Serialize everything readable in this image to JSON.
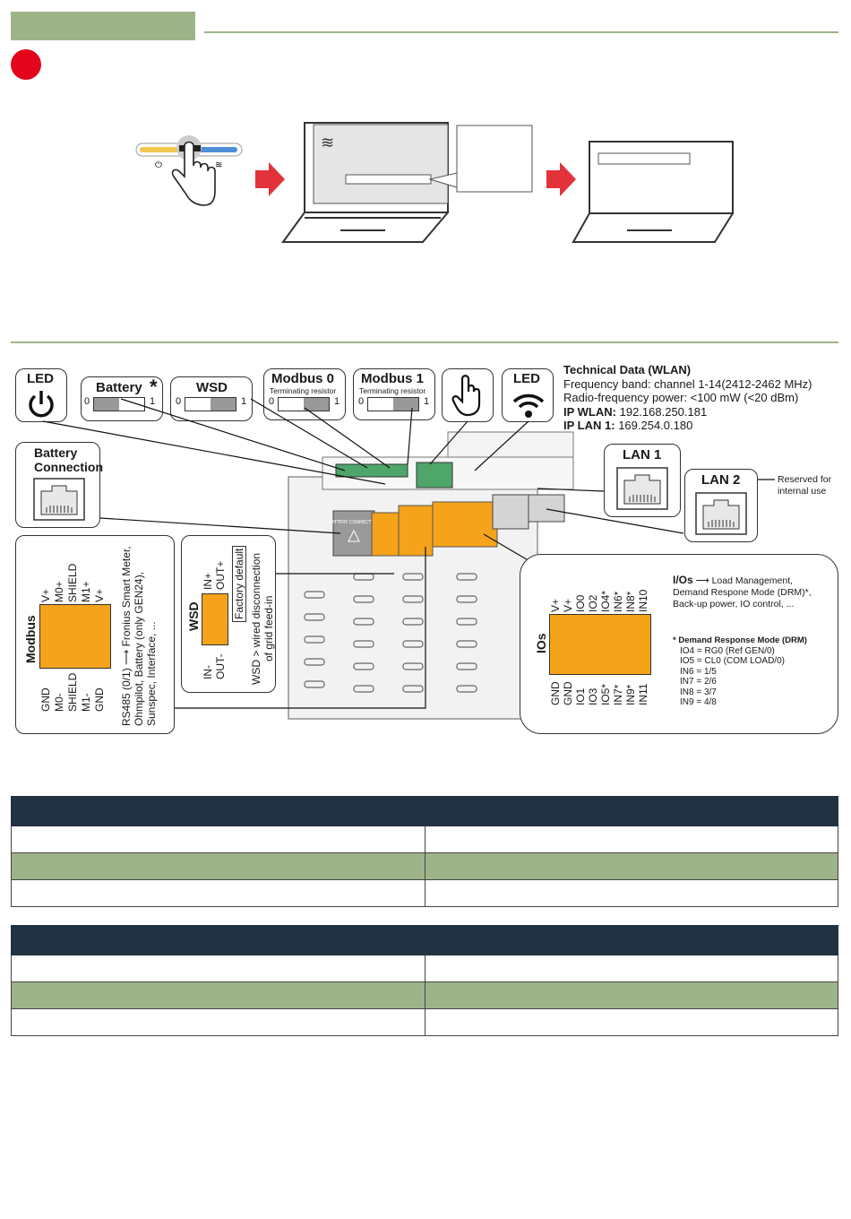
{
  "diagram": {
    "buttons": {
      "led_power": "LED",
      "battery": "Battery",
      "wsd": "WSD",
      "modbus0": "Modbus 0",
      "modbus1": "Modbus 1",
      "led_wifi": "LED",
      "terminating": "Terminating resistor",
      "zero": "0",
      "one": "1",
      "asterisk": "*"
    },
    "tech": {
      "title": "Technical Data (WLAN)",
      "line1": "Frequency band: channel 1-14(2412-2462 MHz)",
      "line2": "Radio-frequency power: <100 mW (<20 dBm)",
      "ip_wlan_label": "IP WLAN:",
      "ip_wlan": "192.168.250.181",
      "ip_lan_label": "IP LAN 1:",
      "ip_lan": "169.254.0.180"
    },
    "battery_connection": "Battery Connection",
    "lan1": "LAN 1",
    "lan2": "LAN 2",
    "lan2_note": "Reserved for internal use",
    "board_label": "BATTERY CONNECTION",
    "modbus": {
      "title": "Modbus",
      "top_pins": [
        "V+",
        "M0+",
        "SHIELD",
        "M1+",
        "V+"
      ],
      "bottom_pins": [
        "GND",
        "M0-",
        "SHIELD",
        "M1-",
        "GND"
      ],
      "desc_line1": "RS485 (0/1)",
      "desc_arrow": "Fronius Smart Meter,",
      "desc_line2": "Ohmpilot, Battery (only GEN24),",
      "desc_line3": "Sunspec, Interface, ..."
    },
    "wsd_box": {
      "title": "WSD",
      "top_pins": [
        "IN+",
        "OUT+"
      ],
      "bottom_pins": [
        "IN-",
        "OUT-"
      ],
      "factory": "Factory default",
      "desc_line1": "WSD > wired disconnection",
      "desc_line2": "of grid feed-in"
    },
    "ios": {
      "title": "IOs",
      "top_pins": [
        "V+",
        "V+",
        "IO0",
        "IO2",
        "IO4*",
        "IN6*",
        "IN8*",
        "IN10"
      ],
      "bottom_pins": [
        "GND",
        "GND",
        "IO1",
        "IO3",
        "IO5*",
        "IN7*",
        "IN9*",
        "IN11"
      ],
      "heading": "I/Os",
      "heading_desc": "Load Management,",
      "desc2": "Demand Respone Mode (DRM)*,",
      "desc3": "Back-up power, IO control, ...",
      "drm_title": "* Demand Response Mode (DRM)",
      "drm_rows": [
        "IO4 = RG0 (Ref GEN/0)",
        "IO5 = CL0 (COM LOAD/0)",
        "IN6 = 1/5",
        "IN7 = 2/6",
        "IN8 = 3/7",
        "IN9 = 4/8"
      ]
    }
  },
  "colors": {
    "accent_green": "#9db489",
    "dark_header": "#233242",
    "red": "#e3051b",
    "orange": "#f5a31a"
  }
}
